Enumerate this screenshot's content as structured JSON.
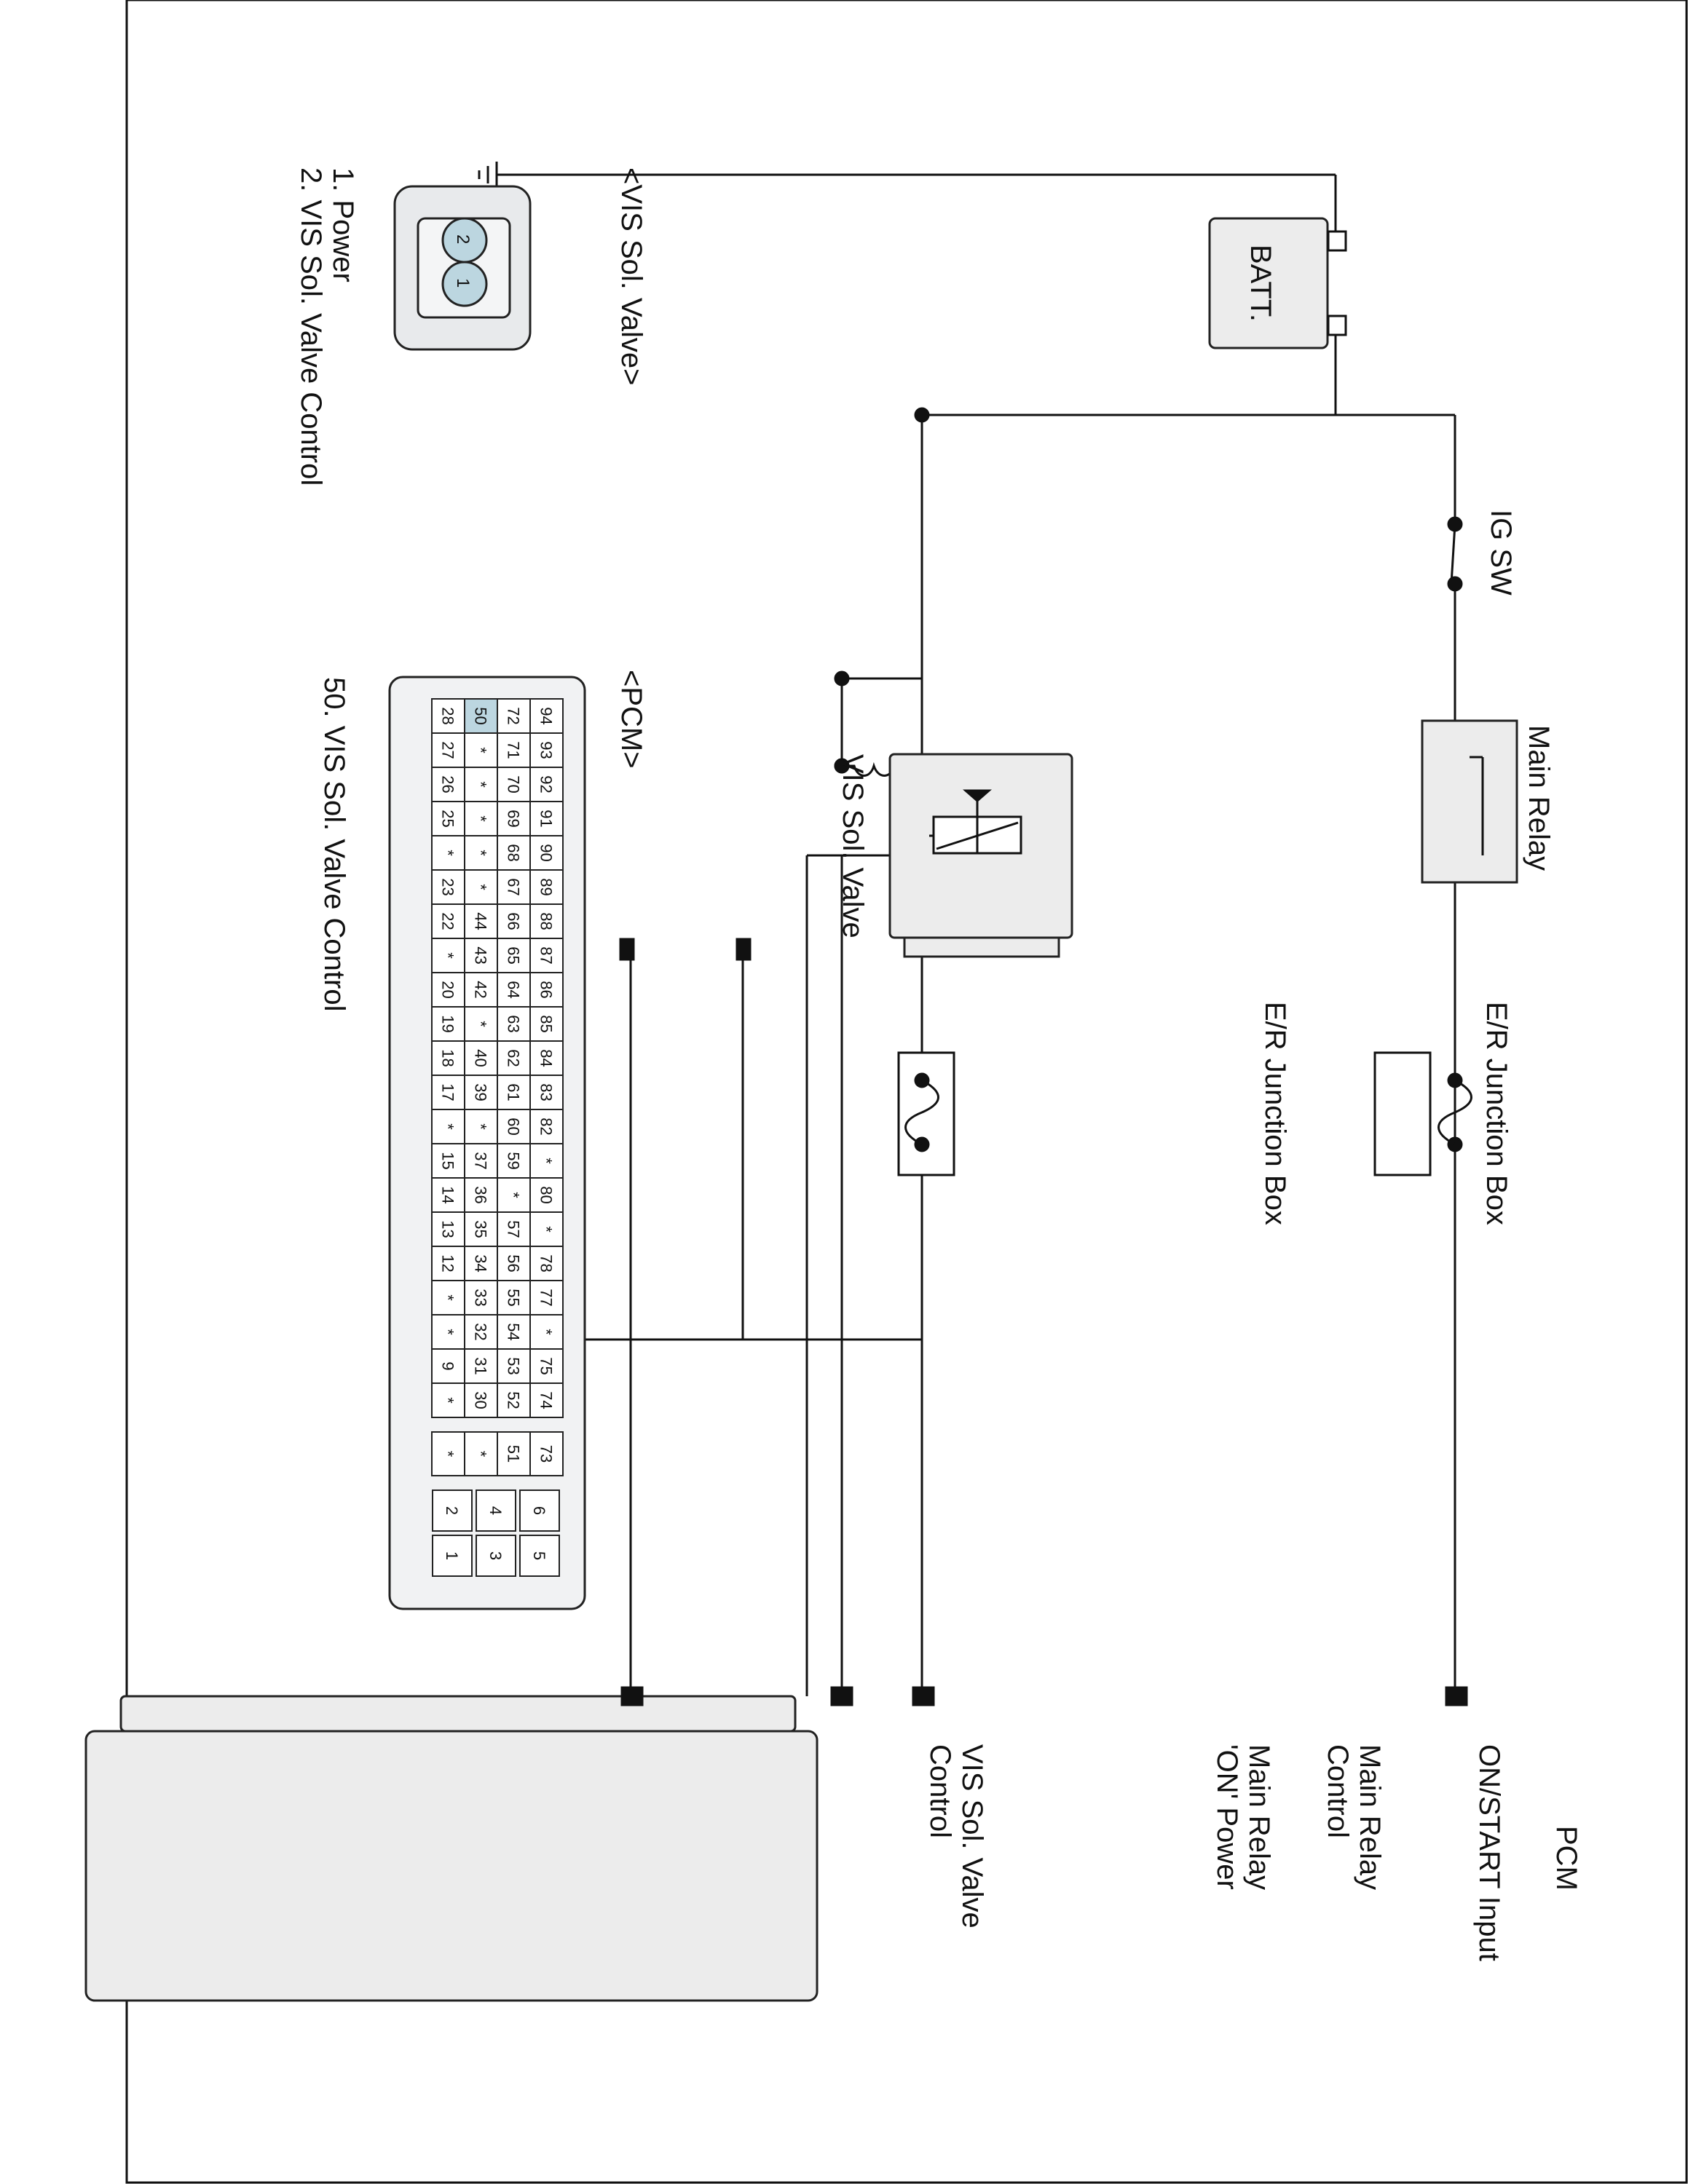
{
  "colors": {
    "line": "#111111",
    "box_fill": "#ececec",
    "box_stroke": "#222222",
    "pin_highlight": "#bcd6e0",
    "connector_fill": "#e8eaec"
  },
  "schematic": {
    "battery_label": "BATT.",
    "battery_minus": "-",
    "battery_plus": "+",
    "ig_sw_label": "IG SW",
    "main_relay_label": "Main Relay",
    "junction_box_1_label": "E/R Junction Box",
    "junction_box_2_label": "E/R Junction Box",
    "vis_valve_label": "VIS Sol. Valve",
    "pcm": {
      "title": "PCM",
      "terminals": [
        {
          "lines": [
            "ON/START Input"
          ]
        },
        {
          "lines": [
            "Main Relay",
            "Control"
          ]
        },
        {
          "lines": [
            "Main Relay",
            "'ON' Power"
          ]
        },
        {
          "lines": [
            "VIS Sol. Valve",
            "Control"
          ]
        }
      ]
    }
  },
  "valve_connector": {
    "title": "<VIS Sol. Valve>",
    "pins": [
      "1",
      "2"
    ],
    "legend": [
      "1. Power",
      "2. VIS Sol. Valve Control"
    ]
  },
  "pcm_connector": {
    "title": "<PCM>",
    "highlight_pin": "50",
    "rows": [
      [
        "94",
        "93",
        "92",
        "91",
        "90",
        "89",
        "88",
        "87",
        "86",
        "85",
        "84",
        "83",
        "82",
        "*",
        "80",
        "*",
        "78",
        "77",
        "*",
        "75",
        "74"
      ],
      [
        "72",
        "71",
        "70",
        "69",
        "68",
        "67",
        "66",
        "65",
        "64",
        "63",
        "62",
        "61",
        "60",
        "59",
        "*",
        "57",
        "56",
        "55",
        "54",
        "53",
        "52"
      ],
      [
        "50",
        "*",
        "*",
        "*",
        "*",
        "*",
        "44",
        "43",
        "42",
        "*",
        "40",
        "39",
        "*",
        "37",
        "36",
        "35",
        "34",
        "33",
        "32",
        "31",
        "30"
      ],
      [
        "28",
        "27",
        "26",
        "25",
        "*",
        "23",
        "22",
        "*",
        "20",
        "19",
        "18",
        "17",
        "*",
        "15",
        "14",
        "13",
        "12",
        "*",
        "*",
        "9",
        "*"
      ]
    ],
    "side_pins": [
      "73",
      "51",
      "*",
      "*"
    ],
    "power_pins": [
      [
        "6",
        "5"
      ],
      [
        "4",
        "3"
      ],
      [
        "2",
        "1"
      ]
    ],
    "legend": [
      "50. VIS Sol. Valve Control"
    ]
  }
}
